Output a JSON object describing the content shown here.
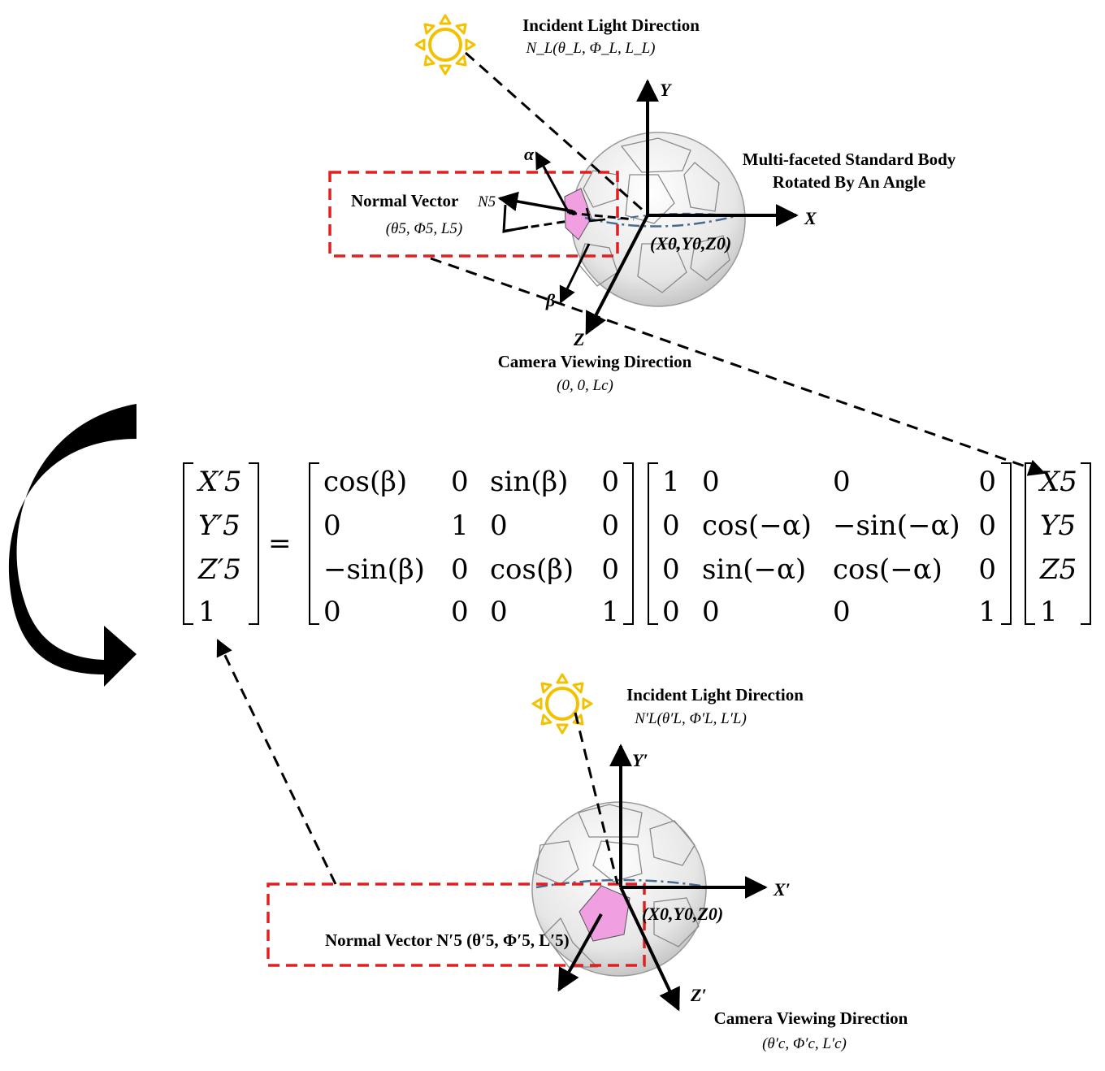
{
  "top": {
    "light_title": "Incident Light Direction",
    "light_formula": "N_L(θ_L, Φ_L, L_L)",
    "body_title_1": "Multi-faceted Standard Body",
    "body_title_2": "Rotated By An Angle",
    "normal_title": "Normal Vector",
    "normal_symbol": "N5",
    "normal_formula": "(θ5, Φ5, L5)",
    "origin": "(X0,Y0,Z0)",
    "camera_title": "Camera Viewing Direction",
    "camera_formula": "(0, 0, Lc)",
    "axis_x": "X",
    "axis_y": "Y",
    "axis_z": "Z",
    "alpha": "α",
    "beta": "β"
  },
  "equation": {
    "lhs": [
      "X′5",
      "Y′5",
      "Z′5",
      "1"
    ],
    "equals": "=",
    "rot_y": [
      [
        "cos(β)",
        "0",
        "sin(β)",
        "0"
      ],
      [
        "0",
        "1",
        "0",
        "0"
      ],
      [
        "−sin(β)",
        "0",
        "cos(β)",
        "0"
      ],
      [
        "0",
        "0",
        "0",
        "1"
      ]
    ],
    "rot_x": [
      [
        "1",
        "0",
        "0",
        "0"
      ],
      [
        "0",
        "cos(−α)",
        "−sin(−α)",
        "0"
      ],
      [
        "0",
        "sin(−α)",
        "cos(−α)",
        "0"
      ],
      [
        "0",
        "0",
        "0",
        "1"
      ]
    ],
    "rhs": [
      "X5",
      "Y5",
      "Z5",
      "1"
    ]
  },
  "bottom": {
    "light_title": "Incident Light Direction",
    "light_formula": "N′L(θ′L, Φ′L, L′L)",
    "normal_label": "Normal Vector N′5 (θ′5, Φ′5, L′5)",
    "origin": "(X0,Y0,Z0)",
    "camera_title": "Camera Viewing Direction",
    "camera_formula": "(θ′c, Φ′c, L′c)",
    "axis_x": "X′",
    "axis_y": "Y′",
    "axis_z": "Z′"
  },
  "colors": {
    "highlight_box": "#e02020",
    "sun": "#f2c200",
    "facet": "#f0a0e0",
    "arc_arrow": "#000000",
    "equator_dash": "#4a6a90"
  }
}
